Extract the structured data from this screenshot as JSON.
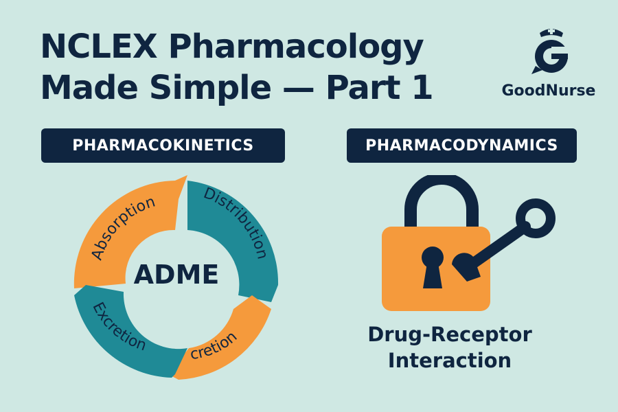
{
  "title": {
    "line1": "NCLEX Pharmacology",
    "line2": "Made Simple — Part 1"
  },
  "brand": {
    "name": "GoodNurse",
    "logo_letter": "G",
    "logo_icon": "nurse-cap-speech-bubble-icon"
  },
  "left_panel": {
    "tag": "PHARMACOKINETICS",
    "cycle_center": "ADME",
    "cycle_segments": [
      {
        "label": "Absorption",
        "color": "#f59a3c"
      },
      {
        "label": "Distribution",
        "color": "#1f8a96"
      },
      {
        "label": "cretion",
        "color": "#f59a3c"
      },
      {
        "label": "Excretion",
        "color": "#1f8a96"
      }
    ]
  },
  "right_panel": {
    "tag": "PHARMACODYNAMICS",
    "icon": "padlock-and-key-icon",
    "caption_line1": "Drug-Receptor",
    "caption_line2": "Interaction"
  },
  "colors": {
    "background": "#cfe8e3",
    "navy": "#0f2540",
    "orange": "#f59a3c",
    "teal": "#1f8a96"
  }
}
